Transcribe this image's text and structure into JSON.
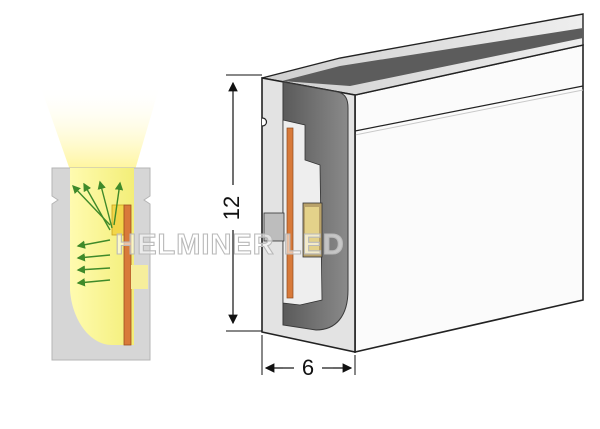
{
  "diagram": {
    "dimensions": {
      "height": "12",
      "width": "6"
    },
    "watermark": "HELMINER LED",
    "colors": {
      "light": "#fff7a0",
      "profile": "#d6d6d6",
      "profile_dark": "#6f6f6f",
      "pcb": "#d87a3a",
      "led": "#f2d64a",
      "arrows": "#3f8a2a",
      "outline": "#222222"
    }
  }
}
